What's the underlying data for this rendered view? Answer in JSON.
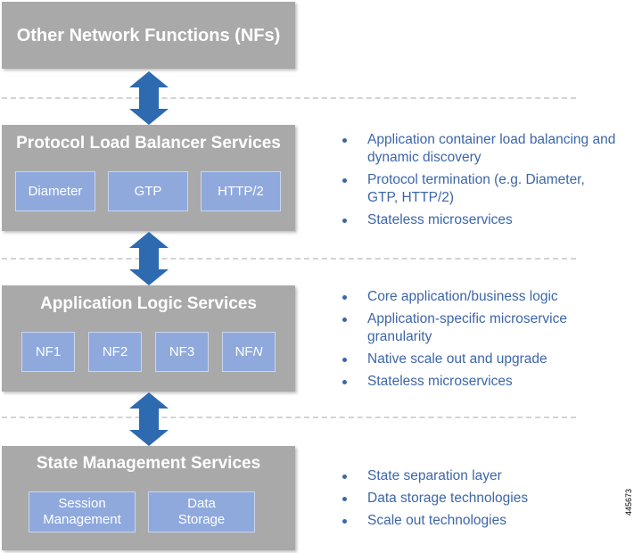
{
  "colors": {
    "layer_bg": "#a9a9a9",
    "chip_bg": "#8fa9dd",
    "arrow": "#2e6ab0",
    "bullet_text": "#3d66a8",
    "divider": "#d3d3d3"
  },
  "top_box": {
    "title": "Other Network Functions (NFs)"
  },
  "plb": {
    "title": "Protocol Load Balancer Services",
    "chips": [
      "Diameter",
      "GTP",
      "HTTP/2"
    ],
    "bullets": [
      "Application container load balancing and dynamic discovery",
      "Protocol termination (e.g. Diameter, GTP, HTTP/2)",
      "Stateless microservices"
    ]
  },
  "app": {
    "title": "Application Logic Services",
    "chips": [
      "NF1",
      "NF2",
      "NF3"
    ],
    "chip_n_prefix": "NF",
    "chip_n_italic": "N",
    "bullets": [
      "Core application/business logic",
      "Application-specific microservice granularity",
      "Native scale out and upgrade",
      "Stateless microservices"
    ]
  },
  "state": {
    "title": "State Management Services",
    "chips": [
      {
        "line1": "Session",
        "line2": "Management"
      },
      {
        "line1": "Data",
        "line2": "Storage"
      }
    ],
    "bullets": [
      "State separation layer",
      "Data storage technologies",
      "Scale out technologies"
    ]
  },
  "figure_id": "445673",
  "icons": [
    "double-headed-arrow-icon"
  ]
}
